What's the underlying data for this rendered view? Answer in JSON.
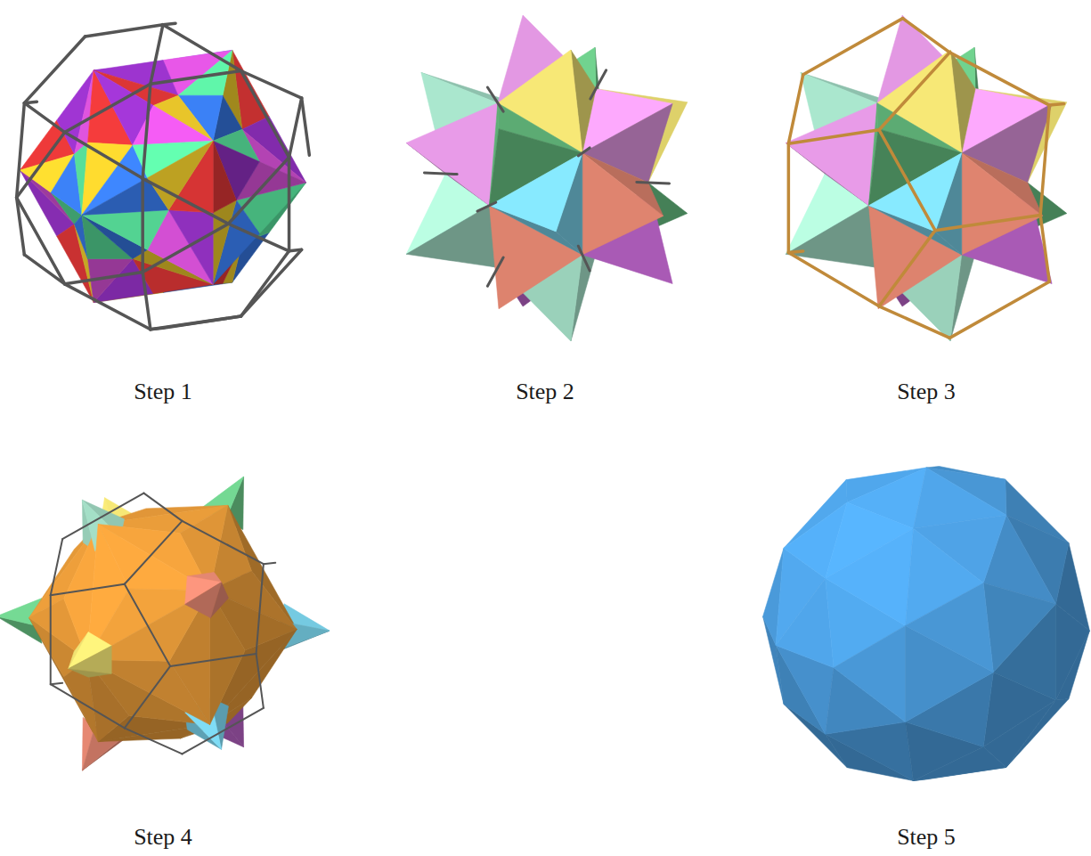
{
  "diagram": {
    "labels": [
      "Step 1",
      "Step 2",
      "Step 3",
      "Step 4",
      "Step 5"
    ]
  }
}
